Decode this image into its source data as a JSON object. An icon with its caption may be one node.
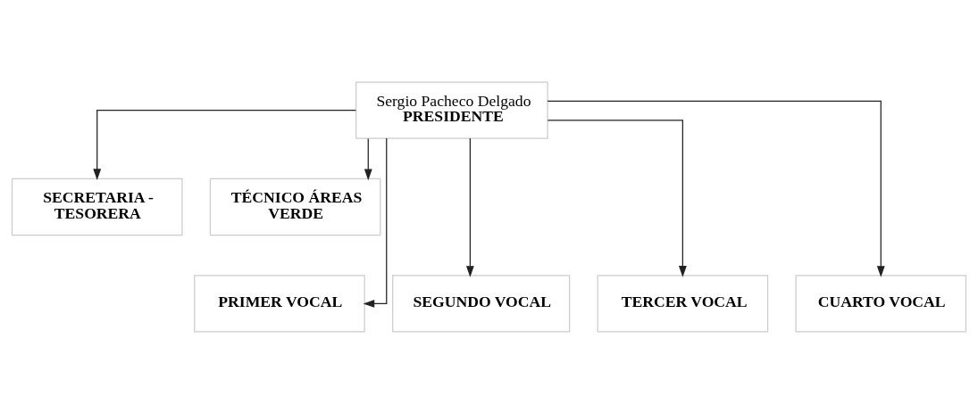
{
  "diagram": {
    "nodes": [
      {
        "text": [
          "Sergio Pacheco Delgado",
          "PRESIDENTE"
        ]
      },
      {
        "text": [
          "SECRETARIA - TESORERA"
        ]
      },
      {
        "text": [
          "TÉCNICO ÁREAS VERDE"
        ]
      },
      {
        "text": [
          "PRIMER VOCAL"
        ]
      },
      {
        "text": [
          "SEGUNDO VOCAL"
        ]
      },
      {
        "text": [
          "TERCER VOCAL"
        ]
      },
      {
        "text": [
          "CUARTO VOCAL"
        ]
      }
    ],
    "edges": [
      {
        "from": 0,
        "to": 1,
        "arrow": "to"
      },
      {
        "from": 0,
        "to": 2,
        "arrow": "to"
      },
      {
        "from": 0,
        "to": 3,
        "arrow": "to"
      },
      {
        "from": 0,
        "to": 4,
        "arrow": "to"
      },
      {
        "from": 0,
        "to": 5,
        "arrow": "to"
      },
      {
        "from": 0,
        "to": 6,
        "arrow": "to"
      }
    ]
  }
}
